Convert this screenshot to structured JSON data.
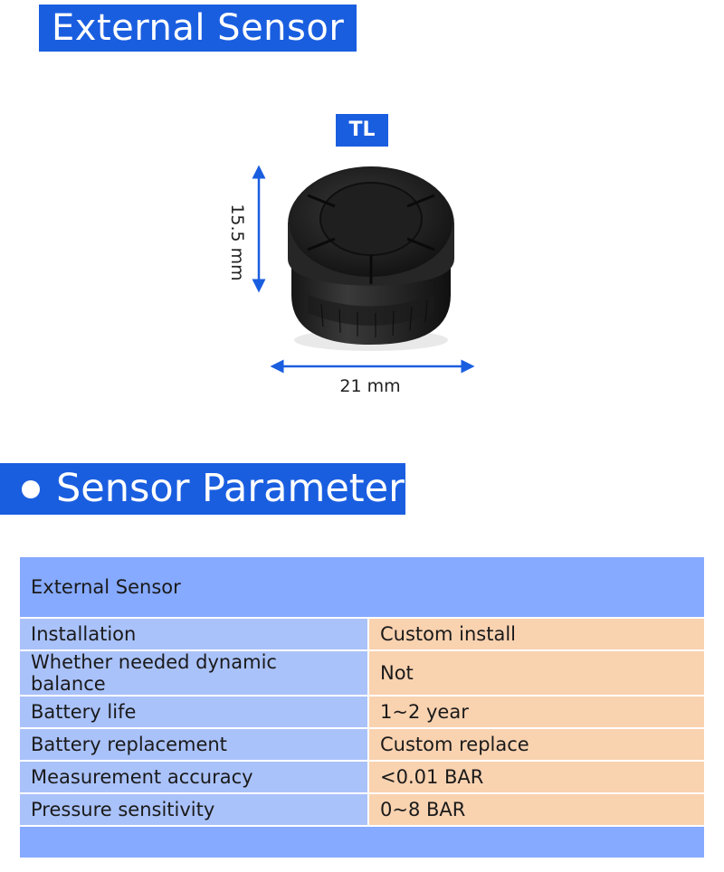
{
  "header": {
    "title": "External Sensor"
  },
  "product": {
    "badge": "TL",
    "height_label": "15.5 mm",
    "width_label": "21 mm",
    "colors": {
      "accent": "#1a5ee0",
      "arrow": "#1a5ee0"
    }
  },
  "section": {
    "title": "Sensor Parameter"
  },
  "table": {
    "header": "External Sensor",
    "rows": [
      {
        "key": "Installation",
        "value": "Custom install"
      },
      {
        "key": "Whether needed dynamic balance",
        "value": "Not"
      },
      {
        "key": "Battery life",
        "value": "1~2 year"
      },
      {
        "key": "Battery replacement",
        "value": "Custom replace"
      },
      {
        "key": "Measurement accuracy",
        "value": "<0.01 BAR"
      },
      {
        "key": "Pressure sensitivity",
        "value": "0~8 BAR"
      }
    ],
    "colors": {
      "header_bg": "#86aaff",
      "key_bg": "#aac2fa",
      "value_bg": "#f9d2b0"
    }
  }
}
